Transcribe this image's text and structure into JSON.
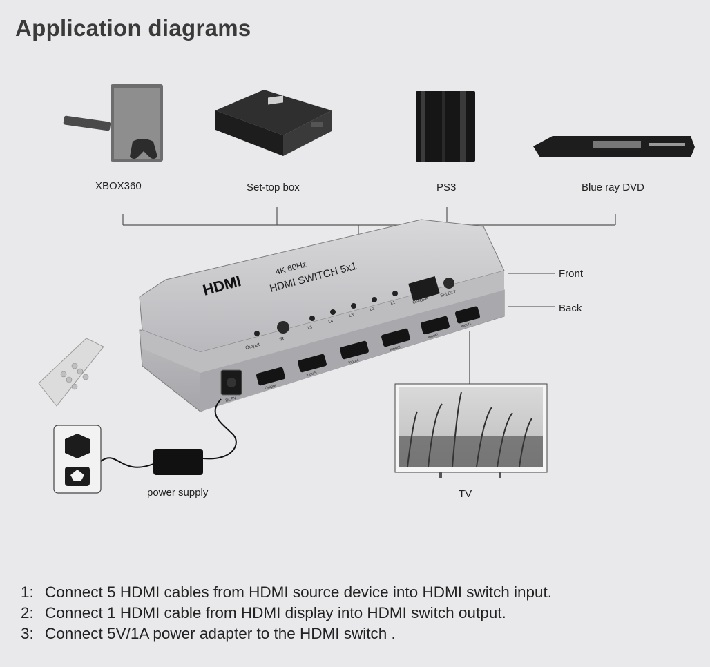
{
  "title": "Application diagrams",
  "sources": {
    "xbox": "XBOX360",
    "settop": "Set-top box",
    "ps3": "PS3",
    "bluray": "Blue ray DVD"
  },
  "switch": {
    "logo": "HDMI",
    "spec": "4K 60Hz",
    "model": "HDMI SWITCH 5x1",
    "output_led": "Output",
    "ir": "IR",
    "leds": [
      "L5",
      "L4",
      "L3",
      "L2",
      "L1"
    ],
    "power_button": "ON/OFF",
    "select_button": "SELECT",
    "dc_port": "DC5V",
    "ports": [
      "Output",
      "Input5",
      "Input4",
      "Input3",
      "Input2",
      "Input1"
    ]
  },
  "side_labels": {
    "front": "Front",
    "back": "Back"
  },
  "peripherals": {
    "power_supply": "power supply",
    "tv": "TV"
  },
  "steps": [
    {
      "num": "1:",
      "text": "Connect 5 HDMI cables from HDMI source device into HDMI switch input."
    },
    {
      "num": "2:",
      "text": "Connect 1 HDMI cable from HDMI display into HDMI switch output."
    },
    {
      "num": "3:",
      "text": "Connect 5V/1A power adapter to the HDMI switch ."
    }
  ]
}
